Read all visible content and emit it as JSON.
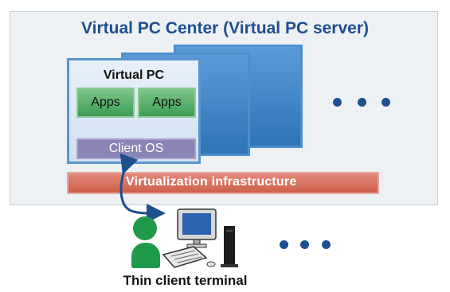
{
  "server": {
    "title": "Virtual PC Center (Virtual PC server)"
  },
  "virtual_pc": {
    "title": "Virtual PC",
    "apps": [
      "Apps",
      "Apps"
    ],
    "os_label": "Client OS"
  },
  "infrastructure": {
    "label": "Virtualization infrastructure"
  },
  "client": {
    "label": "Thin client terminal"
  },
  "colors": {
    "title_blue": "#1f4f8f",
    "vm_blue": "#2f74b8",
    "app_green": "#3c9e55",
    "os_purple": "#8b84b7",
    "infra_red": "#cf5f4b",
    "person_green": "#1f9a4a"
  },
  "icons": {
    "user": "person-icon",
    "terminal": "thin-client-terminal-icon",
    "more": "ellipsis-dots",
    "link": "bidirectional-arrow"
  }
}
